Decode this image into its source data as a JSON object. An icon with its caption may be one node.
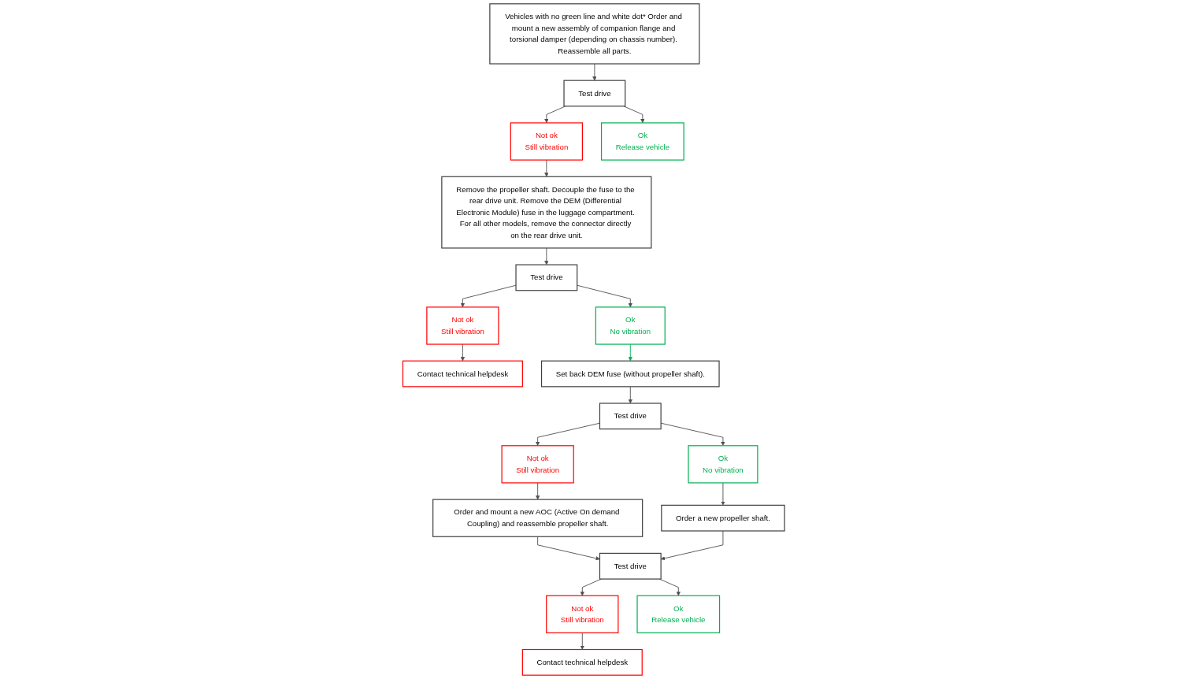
{
  "diagram": {
    "nodes": [
      {
        "text": [
          "Vehicles with no green line and white dot* Order and mount a new assembly of companion flange and torsional damper (depending on chassis number). Reassemble all parts."
        ]
      },
      {
        "text": [
          "Test drive"
        ]
      },
      {
        "text": [
          "Not ok",
          "Still vibration"
        ]
      },
      {
        "text": [
          "Ok",
          "Release vehicle"
        ]
      },
      {
        "text": [
          "Remove the propeller shaft. Decouple the fuse to the rear drive unit. Remove the DEM (Differential Electronic Module) fuse in the luggage compartment. For all other models, remove the connector directly on the rear drive unit."
        ]
      },
      {
        "text": [
          "Test drive"
        ]
      },
      {
        "text": [
          "Not ok",
          "Still vibration"
        ]
      },
      {
        "text": [
          "Ok",
          "No vibration"
        ]
      },
      {
        "text": [
          "Contact technical helpdesk"
        ]
      },
      {
        "text": [
          "Set back DEM fuse (without propeller shaft)."
        ]
      },
      {
        "text": [
          "Test drive"
        ]
      },
      {
        "text": [
          "Not ok",
          "Still vibration"
        ]
      },
      {
        "text": [
          "Ok",
          "No vibration"
        ]
      },
      {
        "text": [
          "Order and mount a new AOC (Active On demand Coupling) and reassemble propeller shaft."
        ]
      },
      {
        "text": [
          "Order a new propeller shaft."
        ]
      },
      {
        "text": [
          "Test drive"
        ]
      },
      {
        "text": [
          "Not ok",
          "Still vibration"
        ]
      },
      {
        "text": [
          "Ok",
          "Release vehicle"
        ]
      },
      {
        "text": [
          "Contact technical helpdesk"
        ]
      }
    ],
    "edges": [
      {
        "from": 0,
        "to": 1,
        "arrow": "to"
      },
      {
        "from": 1,
        "to": 2,
        "arrow": "to"
      },
      {
        "from": 1,
        "to": 3,
        "arrow": "to"
      },
      {
        "from": 2,
        "to": 4,
        "arrow": "to"
      },
      {
        "from": 4,
        "to": 5,
        "arrow": "to"
      },
      {
        "from": 5,
        "to": 6,
        "arrow": "to"
      },
      {
        "from": 5,
        "to": 7,
        "arrow": "to"
      },
      {
        "from": 6,
        "to": 8,
        "arrow": "to"
      },
      {
        "from": 7,
        "to": 9,
        "arrow": "to",
        "color": "#00b050"
      },
      {
        "from": 9,
        "to": 10,
        "arrow": "to"
      },
      {
        "from": 10,
        "to": 11,
        "arrow": "to"
      },
      {
        "from": 10,
        "to": 12,
        "arrow": "to"
      },
      {
        "from": 11,
        "to": 13,
        "arrow": "to"
      },
      {
        "from": 12,
        "to": 14,
        "arrow": "to"
      },
      {
        "from": 13,
        "to": 15,
        "arrow": "to"
      },
      {
        "from": 14,
        "to": 15,
        "arrow": "to"
      },
      {
        "from": 15,
        "to": 16,
        "arrow": "to"
      },
      {
        "from": 15,
        "to": 17,
        "arrow": "to"
      },
      {
        "from": 16,
        "to": 18,
        "arrow": "to"
      }
    ]
  }
}
